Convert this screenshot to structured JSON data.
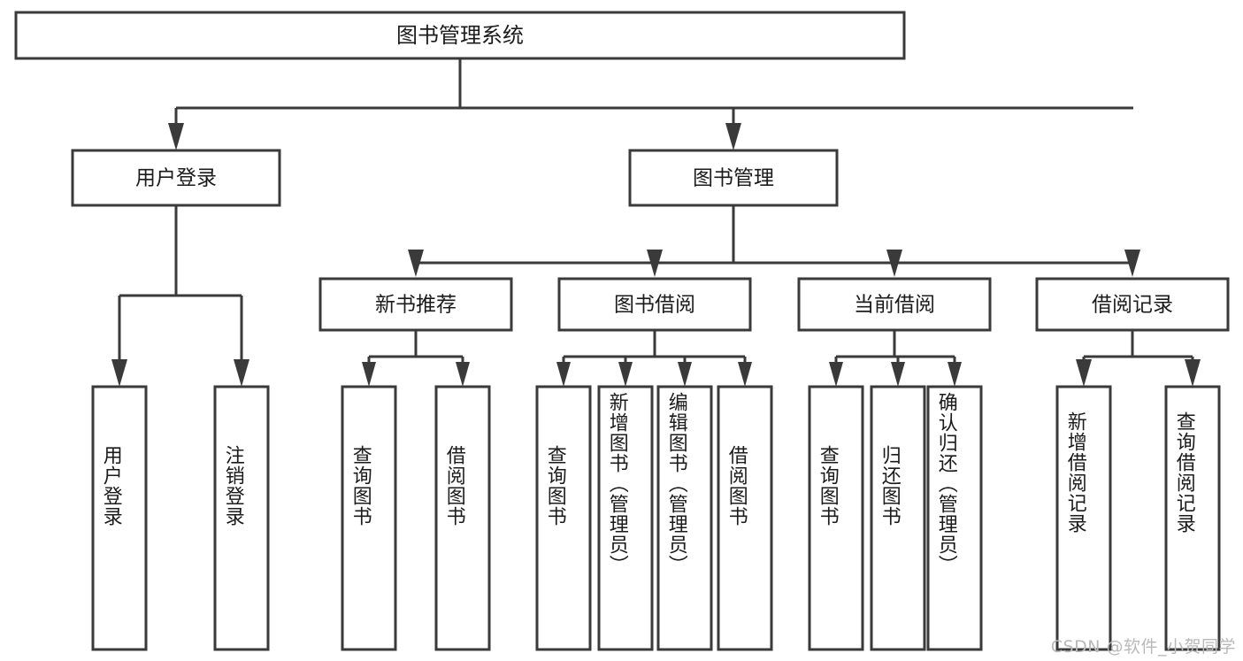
{
  "diagram": {
    "title": "图书管理系统",
    "type": "tree-hierarchy-chart",
    "orientation": "top-down",
    "watermark": "CSDN @软件_小贺同学",
    "colors": {
      "box_fill": "#ffffff",
      "box_stroke": "#3a3a3a",
      "text": "#1b1b1b",
      "background": "#ffffff",
      "watermark": "#b9b9b9"
    },
    "levels": {
      "root": [
        "图书管理系统"
      ],
      "level2": [
        "用户登录",
        "图书管理"
      ],
      "level3": [
        "新书推荐",
        "图书借阅",
        "当前借阅",
        "借阅记录"
      ],
      "leaves": [
        "用户登录",
        "注销登录",
        "查询图书",
        "借阅图书",
        "查询图书",
        "新增图书（管理员）",
        "编辑图书（管理员）",
        "借阅图书",
        "查询图书",
        "归还图书",
        "确认归还（管理员）",
        "新增借阅记录",
        "查询借阅记录"
      ]
    },
    "nodes": {
      "root": {
        "label": "图书管理系统"
      },
      "user_login": {
        "label": "用户登录"
      },
      "book_manage": {
        "label": "图书管理"
      },
      "new_book_rec": {
        "label": "新书推荐"
      },
      "book_borrow": {
        "label": "图书借阅"
      },
      "current_borrow": {
        "label": "当前借阅"
      },
      "borrow_record": {
        "label": "借阅记录"
      },
      "leaf_user_login": {
        "label": "用户登录"
      },
      "leaf_logout": {
        "label": "注销登录"
      },
      "leaf_query_book_1": {
        "label": "查询图书"
      },
      "leaf_borrow_book_1": {
        "label": "借阅图书"
      },
      "leaf_query_book_2": {
        "label": "查询图书"
      },
      "leaf_add_book": {
        "label": "新增图书（管理员）"
      },
      "leaf_edit_book": {
        "label": "编辑图书（管理员）"
      },
      "leaf_borrow_book_2": {
        "label": "借阅图书"
      },
      "leaf_query_book_3": {
        "label": "查询图书"
      },
      "leaf_return_book": {
        "label": "归还图书"
      },
      "leaf_confirm_return": {
        "label": "确认归还（管理员）"
      },
      "leaf_add_record": {
        "label": "新增借阅记录"
      },
      "leaf_query_record": {
        "label": "查询借阅记录"
      }
    }
  }
}
